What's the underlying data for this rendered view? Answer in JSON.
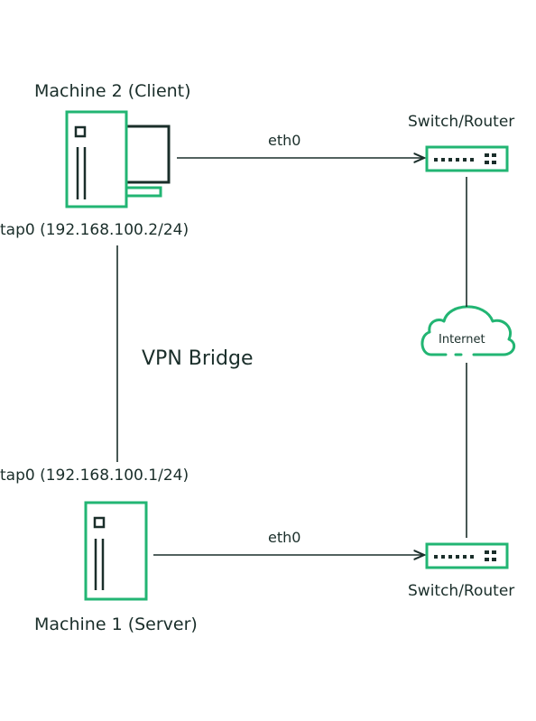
{
  "colors": {
    "accent": "#22b573",
    "ink": "#1a2e2a",
    "background": "#ffffff"
  },
  "nodes": {
    "machine2": {
      "label": "Machine 2 (Client)",
      "icon": "server-tower-icon"
    },
    "machine1": {
      "label": "Machine 1 (Server)",
      "icon": "server-tower-icon"
    },
    "switch_top": {
      "label": "Switch/Router",
      "icon": "network-switch-icon"
    },
    "switch_bottom": {
      "label": "Switch/Router",
      "icon": "network-switch-icon"
    },
    "internet": {
      "label": "Internet",
      "icon": "cloud-icon"
    }
  },
  "interfaces": {
    "tap_client": "tap0 (192.168.100.2/24)",
    "tap_server": "tap0 (192.168.100.1/24)"
  },
  "links": {
    "top_eth": "eth0",
    "bottom_eth": "eth0",
    "vpn": "VPN Bridge"
  }
}
